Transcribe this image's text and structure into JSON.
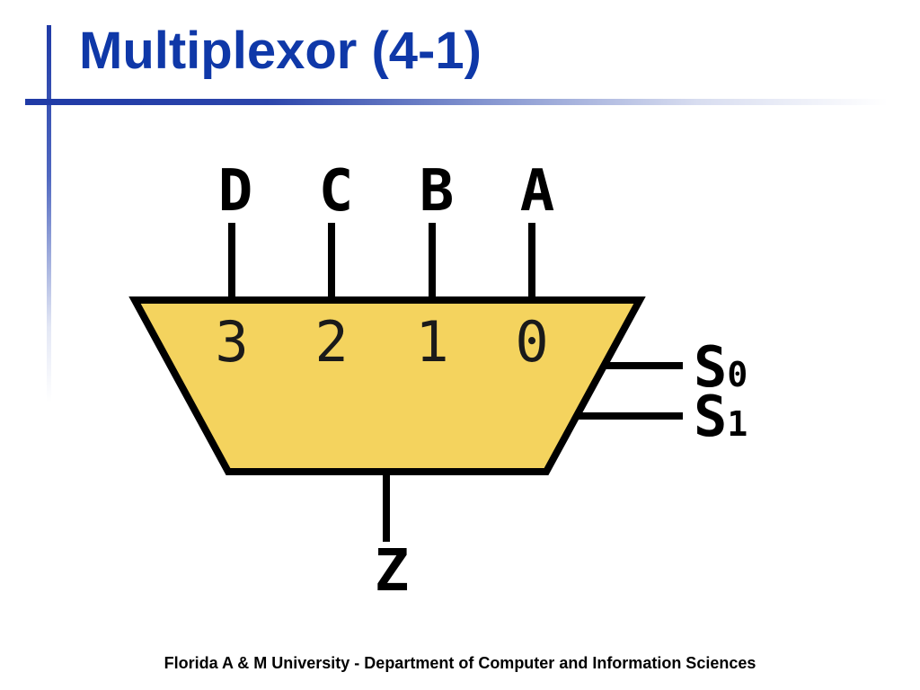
{
  "slide": {
    "title": "Multiplexor (4-1)",
    "footer": "Florida A & M University - Department of Computer and Information Sciences"
  },
  "diagram": {
    "inputs": [
      {
        "name": "D",
        "index": "3"
      },
      {
        "name": "C",
        "index": "2"
      },
      {
        "name": "B",
        "index": "1"
      },
      {
        "name": "A",
        "index": "0"
      }
    ],
    "selects": [
      {
        "letter": "S",
        "subscript": "0"
      },
      {
        "letter": "S",
        "subscript": "1"
      }
    ],
    "output": "Z",
    "colors": {
      "body_fill": "#f4d35e",
      "stroke": "#000000",
      "title": "#0f38a8",
      "accent_bar": "#1f3aa6"
    }
  }
}
